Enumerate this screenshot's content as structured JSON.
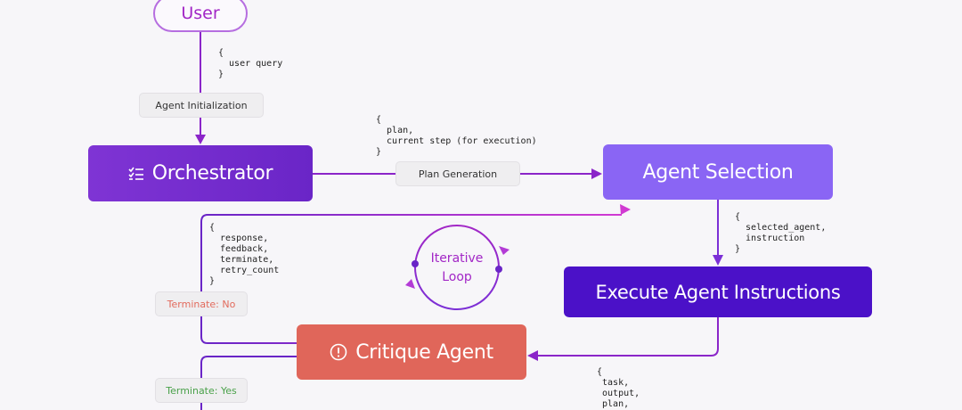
{
  "nodes": {
    "user": "User",
    "orchestrator": "Orchestrator",
    "agent_selection": "Agent Selection",
    "execute": "Execute Agent Instructions",
    "critique": "Critique Agent"
  },
  "edge_labels": {
    "agent_init": "Agent Initialization",
    "plan_generation": "Plan Generation",
    "terminate_no": "Terminate: No",
    "terminate_yes": "Terminate: Yes"
  },
  "payloads": {
    "user_query": "{\n  user query\n}",
    "plan": "{\n  plan,\n  current step (for execution)\n}",
    "selection": "{\n  selected_agent,\n  instruction\n}",
    "response": "{\n  response,\n  feedback,\n  terminate,\n  retry_count\n}",
    "task": "{\n task,\n output,\n plan,"
  },
  "loop": {
    "line1": "Iterative",
    "line2": "Loop"
  },
  "colors": {
    "accent_purple": "#a227c6",
    "orchestrator": "#7431cf",
    "agent_selection": "#8a65f4",
    "execute": "#4b11c8",
    "critique": "#e0665a",
    "terminate_no": "#e26a5c",
    "terminate_yes": "#4aa14a"
  },
  "icons": {
    "orchestrator": "list-check-icon",
    "critique": "alert-circle-icon"
  }
}
